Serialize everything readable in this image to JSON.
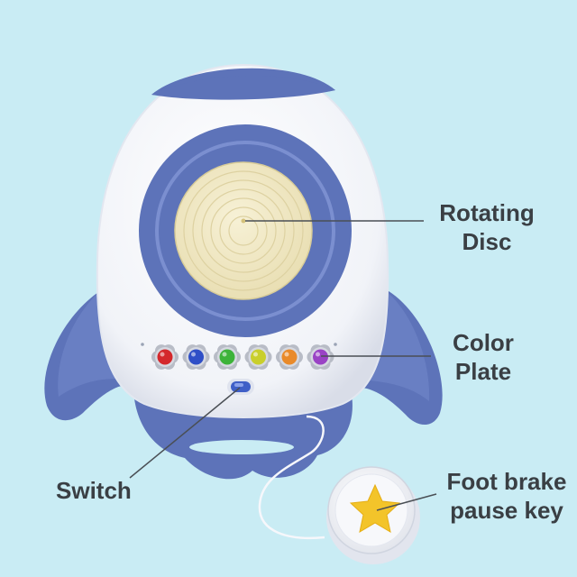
{
  "colors": {
    "background": "#c9ecf4",
    "rocket_blue": "#5d73b9",
    "rocket_white": "#f4f6fa",
    "disc": "#f1e9c6",
    "star": "#f3c42a",
    "label_text": "#3a3f44"
  },
  "buttons": [
    {
      "name": "red-color-button",
      "color": "#d4282c"
    },
    {
      "name": "blue-color-button",
      "color": "#2f4fc7"
    },
    {
      "name": "green-color-button",
      "color": "#3db33a"
    },
    {
      "name": "yellow-color-button",
      "color": "#c9cf2c"
    },
    {
      "name": "orange-color-button",
      "color": "#e98a2a"
    },
    {
      "name": "purple-color-button",
      "color": "#9a43c5"
    }
  ],
  "labels": {
    "rotating_disc": {
      "line1": "Rotating",
      "line2": "Disc"
    },
    "color_plate": {
      "line1": "Color",
      "line2": "Plate"
    },
    "switch": "Switch",
    "foot_brake": {
      "line1": "Foot brake",
      "line2": "pause key"
    }
  }
}
